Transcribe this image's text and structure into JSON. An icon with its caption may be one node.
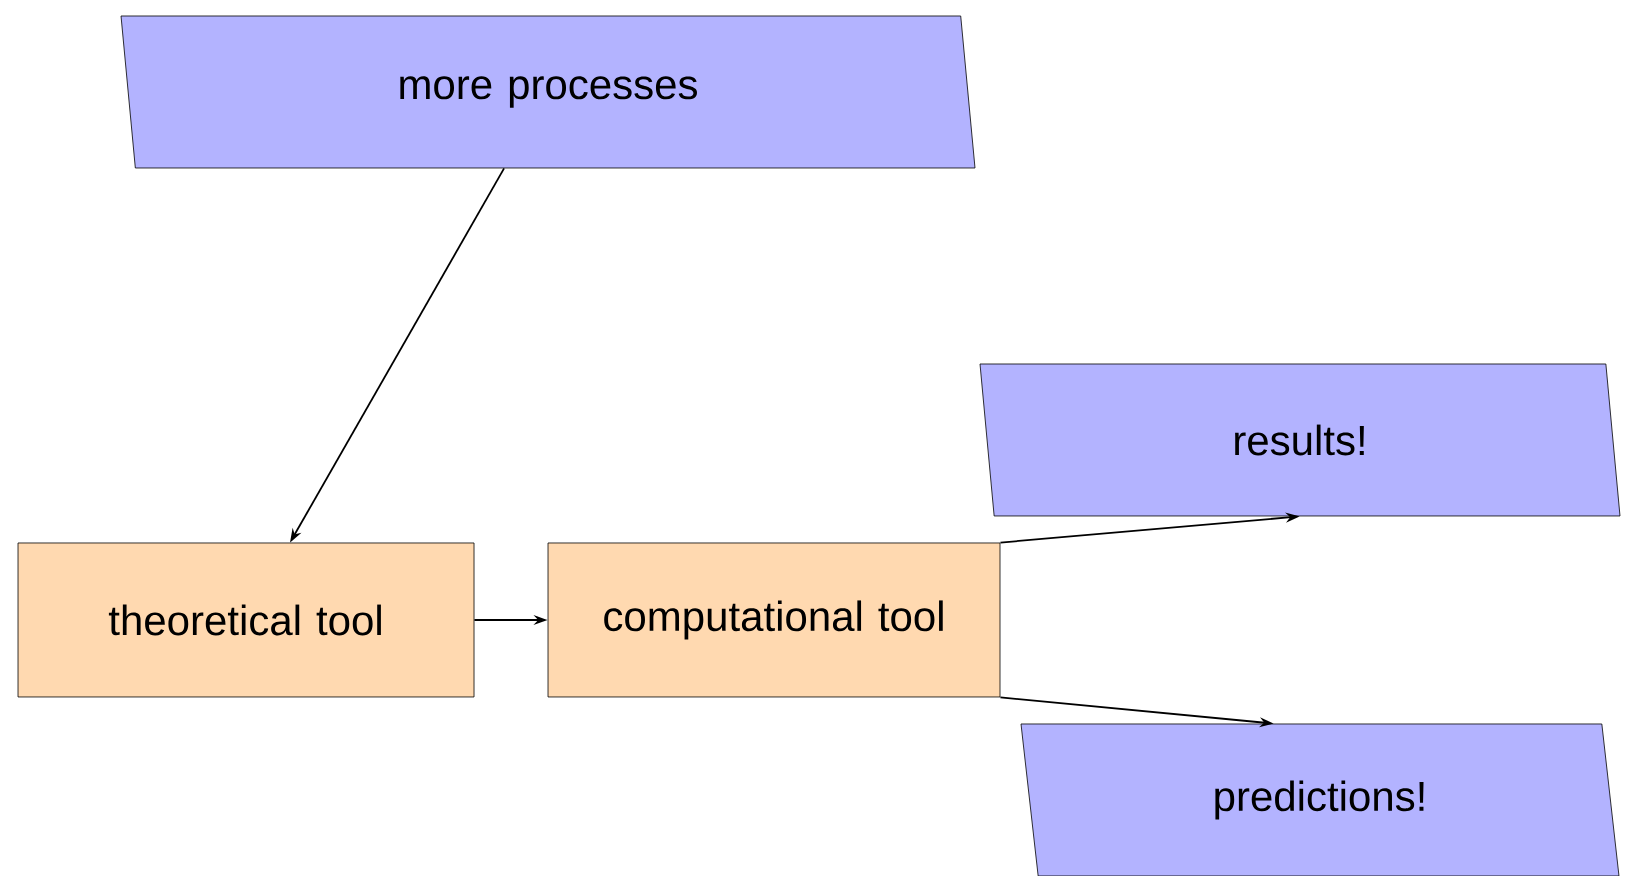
{
  "diagram": {
    "nodes": [
      {
        "text": [
          "more processes"
        ]
      },
      {
        "text": [
          "theoretical tool"
        ]
      },
      {
        "text": [
          "computational tool"
        ]
      },
      {
        "text": [
          "results!"
        ]
      },
      {
        "text": [
          "predictions!"
        ]
      }
    ],
    "edges": [
      {
        "from": 0,
        "to": 1,
        "arrow": "to"
      },
      {
        "from": 1,
        "to": 2,
        "arrow": "to"
      },
      {
        "from": 2,
        "to": 3,
        "arrow": "to"
      },
      {
        "from": 2,
        "to": 4,
        "arrow": "to"
      }
    ]
  }
}
